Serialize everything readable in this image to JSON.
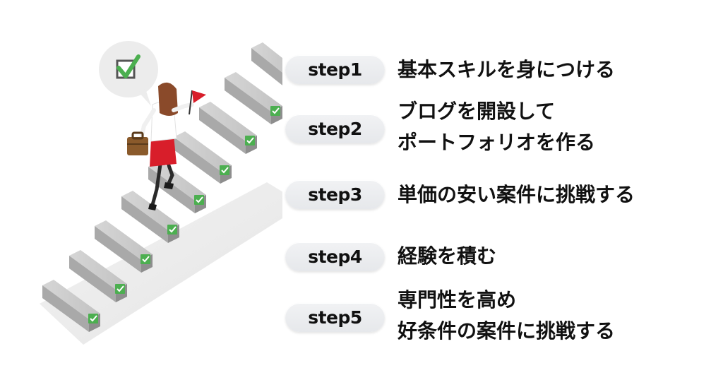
{
  "steps": [
    {
      "badge": "step1",
      "lines": [
        "基本スキルを身につける"
      ]
    },
    {
      "badge": "step2",
      "lines": [
        "ブログを開設して",
        "ポートフォリオを作る"
      ]
    },
    {
      "badge": "step3",
      "lines": [
        "単価の安い案件に挑戦する"
      ]
    },
    {
      "badge": "step4",
      "lines": [
        "経験を積む"
      ]
    },
    {
      "badge": "step5",
      "lines": [
        "専門性を高め",
        "好条件の案件に挑戦する"
      ]
    }
  ],
  "colors": {
    "stair_top": "#c9c9c9",
    "stair_front": "#a8a8a8",
    "stair_side": "#8f8f8f",
    "check": "#4caf50",
    "skirt": "#d81e2a",
    "flag": "#d81e2a",
    "briefcase": "#8a5a2b"
  },
  "icons": [
    "speech-bubble-check-icon",
    "flag-icon",
    "briefcase-icon"
  ]
}
